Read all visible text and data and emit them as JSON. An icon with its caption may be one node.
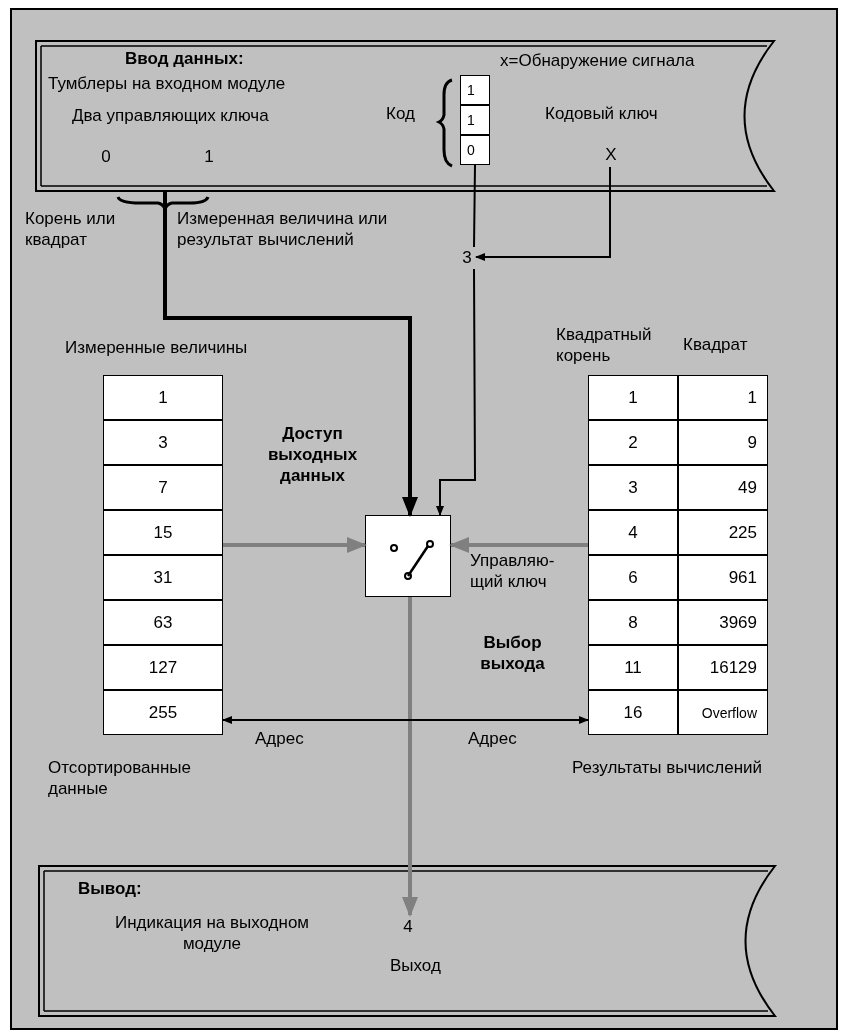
{
  "diagram": {
    "nodes": [
      {
        "text": [
          "Ввод данных:",
          "Тумблеры на входном модуле",
          "Два управляющих ключа",
          "x=Обнаружение сигнала"
        ]
      },
      {
        "text": [
          "0"
        ],
        "in": 0
      },
      {
        "text": [
          "1"
        ],
        "in": 0
      },
      {
        "text": [
          "1"
        ],
        "in": 0
      },
      {
        "text": [
          "1"
        ],
        "in": 0
      },
      {
        "text": [
          "0"
        ],
        "in": 0
      },
      {
        "text": [
          "X"
        ],
        "in": 0
      },
      {
        "text": [
          "3"
        ]
      },
      {
        "text": [
          "Измеренные величины"
        ],
        "beside": [
          "Отсортированные данные"
        ]
      },
      {
        "text": [
          "1"
        ],
        "in": 8
      },
      {
        "text": [
          "3"
        ],
        "in": 8
      },
      {
        "text": [
          "7"
        ],
        "in": 8
      },
      {
        "text": [
          "15"
        ],
        "in": 8
      },
      {
        "text": [
          "31"
        ],
        "in": 8
      },
      {
        "text": [
          "63"
        ],
        "in": 8
      },
      {
        "text": [
          "127"
        ],
        "in": 8
      },
      {
        "text": [
          "255"
        ],
        "in": 8
      },
      {
        "text": [
          "Квадратный корень",
          "Квадрат"
        ],
        "beside": [
          "Результаты вычислений"
        ]
      },
      {
        "text": [
          "1"
        ],
        "in": 17
      },
      {
        "text": [
          "1"
        ],
        "in": 17
      },
      {
        "text": [
          "2"
        ],
        "in": 17
      },
      {
        "text": [
          "9"
        ],
        "in": 17
      },
      {
        "text": [
          "3"
        ],
        "in": 17
      },
      {
        "text": [
          "49"
        ],
        "in": 17
      },
      {
        "text": [
          "4"
        ],
        "in": 17
      },
      {
        "text": [
          "225"
        ],
        "in": 17
      },
      {
        "text": [
          "6"
        ],
        "in": 17
      },
      {
        "text": [
          "961"
        ],
        "in": 17
      },
      {
        "text": [
          "8"
        ],
        "in": 17
      },
      {
        "text": [
          "3969"
        ],
        "in": 17
      },
      {
        "text": [
          "11"
        ],
        "in": 17
      },
      {
        "text": [
          "16129"
        ],
        "in": 17
      },
      {
        "text": [
          "16"
        ],
        "in": 17
      },
      {
        "text": [
          "Overflow"
        ],
        "in": 17
      },
      {
        "text": [],
        "shape": "box"
      },
      {
        "text": [
          "Вывод:",
          "Индикация на выходном модуле"
        ]
      },
      {
        "text": [
          "4"
        ],
        "in": 35,
        "beside": [
          "Выход"
        ]
      }
    ],
    "edges": [
      {
        "from": 5,
        "to": 7,
        "arrow": "none"
      },
      {
        "from": 6,
        "to": 7,
        "arrow": "to"
      },
      {
        "from": 7,
        "to": 34,
        "arrow": "to"
      },
      {
        "from": 0,
        "to": 34,
        "arrow": "to",
        "style": "thick"
      },
      {
        "from": 12,
        "to": 34,
        "arrow": "to",
        "style": "thick",
        "color": "#808080"
      },
      {
        "from": 24,
        "to": 34,
        "arrow": "to",
        "style": "thick",
        "color": "#808080"
      },
      {
        "from": 34,
        "to": 36,
        "arrow": "to",
        "style": "thick",
        "color": "#808080"
      },
      {
        "from": 16,
        "to": 32,
        "arrow": "both"
      }
    ],
    "labels": [
      "Код",
      "Кодовый ключ",
      "Корень или квадрат",
      "Измеренная величина или результат вычислений",
      "Доступ выходных данных",
      "Управляю- щий ключ",
      "Выбор выхода",
      "Адрес",
      "Адрес"
    ]
  }
}
